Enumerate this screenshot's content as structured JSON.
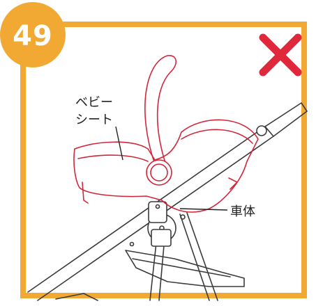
{
  "step": {
    "number": "49"
  },
  "status": {
    "icon": "cross-mark-icon",
    "meaning": "incorrect"
  },
  "labels": {
    "baby_seat_line1": "ベビー",
    "baby_seat_line2": "シート",
    "body": "車体"
  },
  "colors": {
    "frame": "#F2A933",
    "badge": "#F2A933",
    "cross": "#E0283C",
    "seat_outline": "#D3263A",
    "stroller_outline": "#3a3a3a"
  }
}
